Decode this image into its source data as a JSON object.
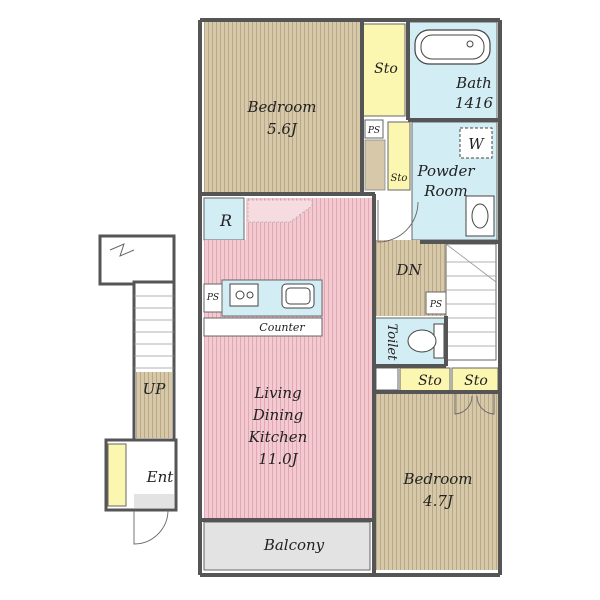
{
  "colors": {
    "bedroom": "#d6c8a9",
    "ldk": "#f3cad1",
    "wet": "#d3edf4",
    "storage": "#fbf6b0",
    "stair": "#ffffff",
    "floor_gray": "#e3e3e3",
    "wall": "#555555"
  },
  "rooms": {
    "bedroom1": {
      "name": "Bedroom",
      "size": "5.6J"
    },
    "bedroom2": {
      "name": "Bedroom",
      "size": "4.7J"
    },
    "ldk": {
      "line1": "Living",
      "line2": "Dining",
      "line3": "Kitchen",
      "size": "11.0J"
    },
    "bath": {
      "name": "Bath",
      "size": "1416"
    },
    "powder": {
      "line1": "Powder",
      "line2": "Room",
      "washer": "W"
    },
    "toilet": "Toilet",
    "balcony": "Balcony",
    "entrance": "Ent",
    "refrigerator": "R",
    "counter": "Counter",
    "stairs_up": "UP",
    "stairs_down": "DN",
    "storage_top": "Sto",
    "storage_small": "Sto",
    "storage_lower_left": "Sto",
    "storage_lower_right": "Sto",
    "ps_top": "PS",
    "ps_kitchen": "PS",
    "ps_stair": "PS"
  }
}
